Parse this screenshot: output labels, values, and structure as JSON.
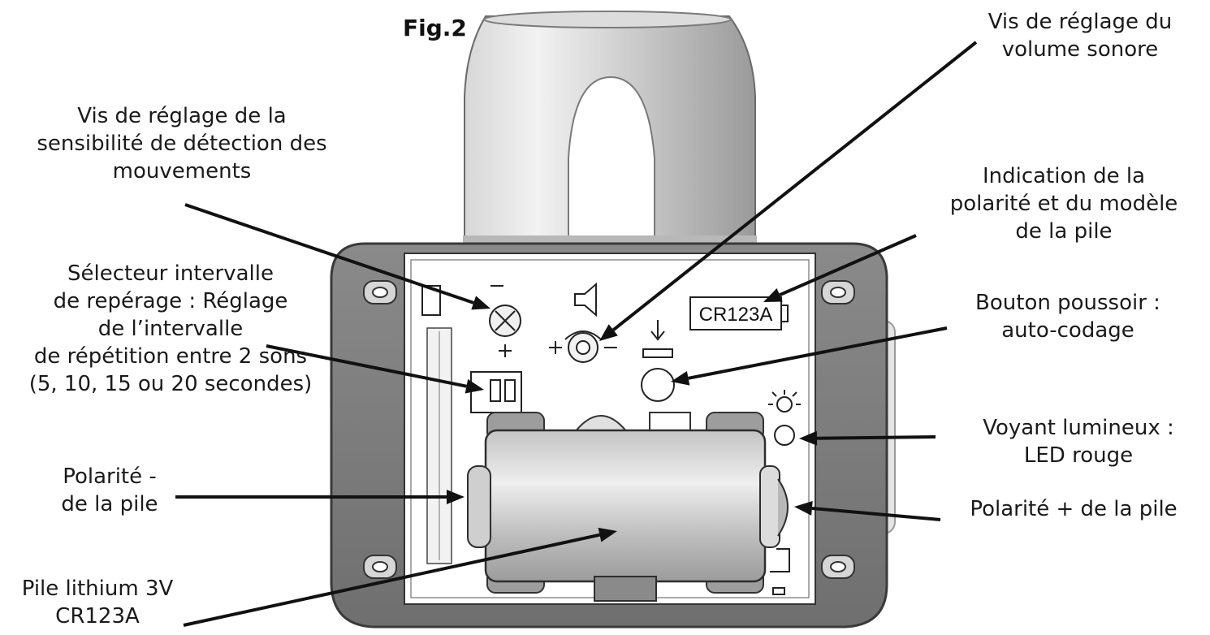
{
  "figure_label": "Fig.2",
  "battery_marking": "CR123A",
  "labels": {
    "volume_screw": [
      "Vis de réglage du",
      "volume sonore"
    ],
    "sensitivity_screw": [
      "Vis de réglage de la",
      "sensibilité de détection des",
      "mouvements"
    ],
    "polarity_indication": [
      "Indication de la",
      "polarité et du modèle",
      "de la pile"
    ],
    "interval_selector": [
      "Sélecteur intervalle",
      "de repérage : Réglage",
      "de l’intervalle",
      "de répétition entre 2 sons",
      "(5, 10, 15 ou 20 secondes)"
    ],
    "push_button": [
      "Bouton poussoir :",
      "auto-codage"
    ],
    "led": [
      "Voyant lumineux :",
      "LED rouge"
    ],
    "negative_pole": [
      "Polarité -",
      "de la pile"
    ],
    "positive_pole": [
      "Polarité + de la pile"
    ],
    "battery": [
      "Pile lithium 3V",
      "CR123A"
    ]
  }
}
